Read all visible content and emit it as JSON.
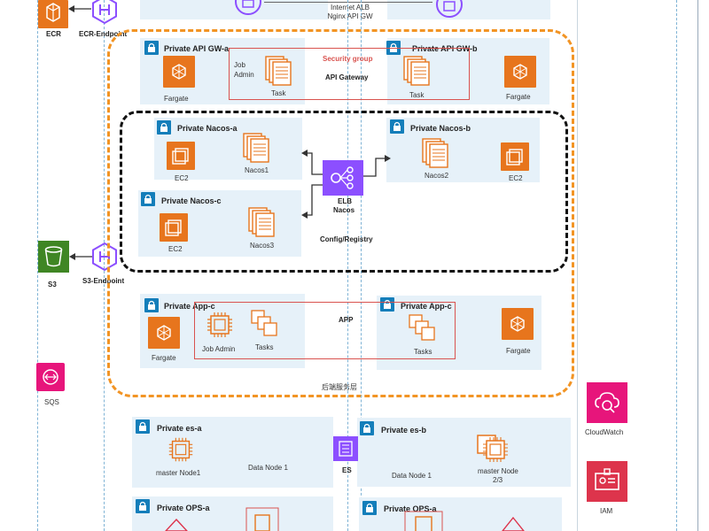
{
  "colors": {
    "aws_orange": "#e7751d",
    "subnet_bg": "#e6f1f9",
    "lock_blue": "#147eba",
    "purple": "#8c4fff",
    "s3_green": "#3f8624",
    "pink": "#e7157b",
    "security_red": "#d9534f"
  },
  "left": {
    "ecr_label": "ECR",
    "ecr_endpoint_label": "ECR-Endpoint",
    "s3_label": "S3",
    "s3_endpoint_label": "S3-Endpoint",
    "sqs_label": "SQS"
  },
  "right": {
    "cloudwatch_label": "CloudWatch",
    "iam_label": "IAM"
  },
  "top": {
    "alb_line1": "Internet ALB",
    "alb_line2": "Nginx API GW"
  },
  "api_gw": {
    "subnet_a": "Private API GW-a",
    "subnet_b": "Private API GW-b",
    "fargate_a": "Fargate",
    "fargate_b": "Fargate",
    "security_group": "Security group",
    "job_admin": "Job\nAdmin",
    "task_left": "Task",
    "task_right": "Task",
    "api_gateway": "API Gateway"
  },
  "nacos": {
    "subnet_a": "Private Nacos-a",
    "subnet_b": "Private Nacos-b",
    "subnet_c": "Private Nacos-c",
    "ec2_a": "EC2",
    "ec2_b": "EC2",
    "ec2_c": "EC2",
    "nacos1": "Nacos1",
    "nacos2": "Nacos2",
    "nacos3": "Nacos3",
    "elb_line1": "ELB",
    "elb_line2": "Nacos",
    "config_registry": "Config/Registry"
  },
  "app": {
    "subnet_c_left": "Private App-c",
    "subnet_c_right": "Private App-c",
    "fargate_left": "Fargate",
    "fargate_right": "Fargate",
    "job_admin": "Job Admin",
    "tasks_left": "Tasks",
    "tasks_right": "Tasks",
    "app_label": "APP",
    "backend_label": "后端服务层"
  },
  "es": {
    "subnet_a": "Private es-a",
    "subnet_b": "Private es-b",
    "master_node1": "master Node1",
    "data_node1_a": "Data Node 1",
    "data_node1_b": "Data Node 1",
    "master_node23_line1": "master Node",
    "master_node23_line2": "2/3",
    "es_label": "ES"
  },
  "ops": {
    "subnet_a_left": "Private OPS-a",
    "subnet_a_right": "Private OPS-a"
  }
}
